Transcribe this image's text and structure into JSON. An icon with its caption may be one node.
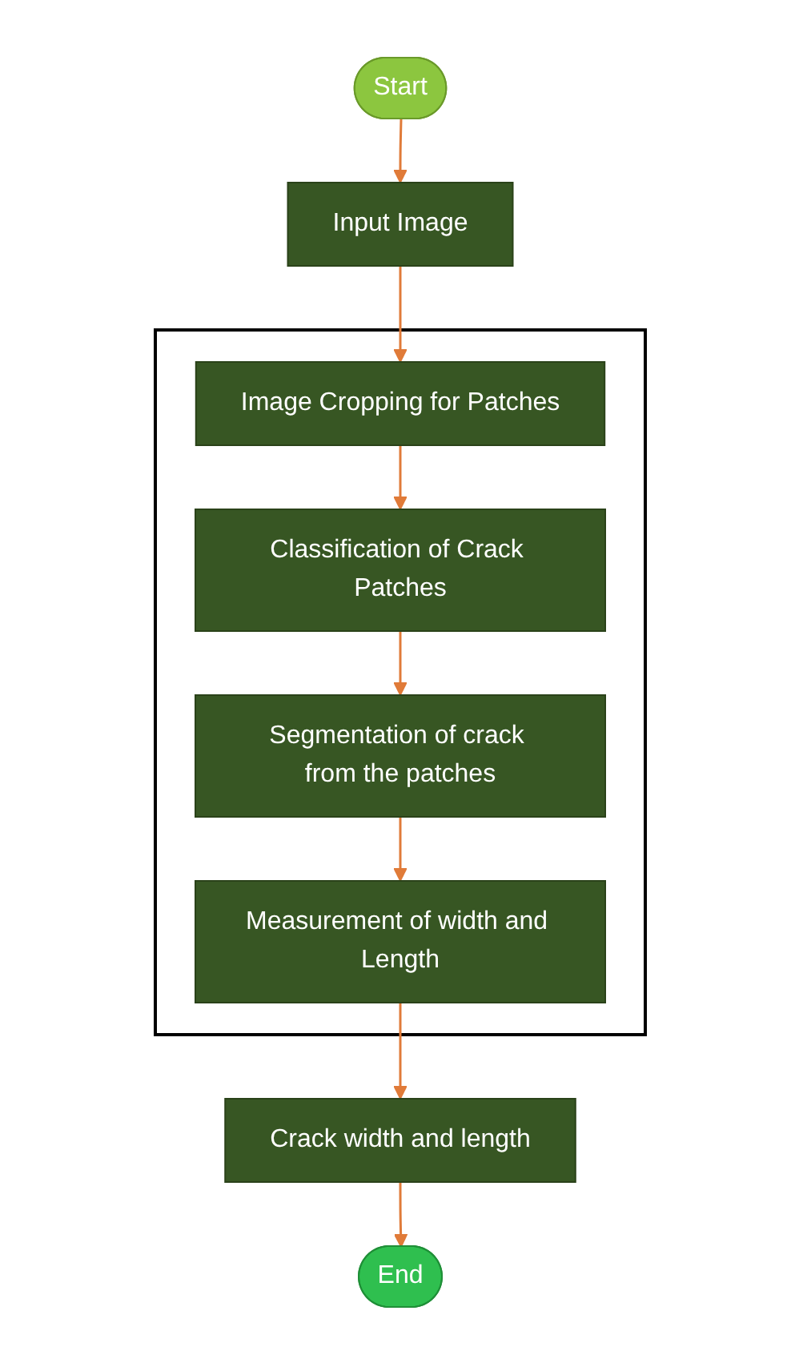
{
  "diagram": {
    "nodes": [
      {
        "text": [
          "Start"
        ]
      },
      {
        "text": [
          "Input Image"
        ]
      },
      {
        "text": [],
        "shape": "box"
      },
      {
        "text": [
          "Image Cropping for Patches"
        ],
        "in": 2
      },
      {
        "text": [
          "Classification of Crack Patches"
        ],
        "in": 2
      },
      {
        "text": [
          "Segmentation of crack from the patches"
        ],
        "in": 2
      },
      {
        "text": [
          "Measurement of width and Length"
        ],
        "in": 2
      },
      {
        "text": [
          "Crack width and length"
        ]
      },
      {
        "text": [
          "End"
        ]
      }
    ],
    "edges": [
      {
        "from": 0,
        "to": 1,
        "arrow": "to"
      },
      {
        "from": 1,
        "to": 3,
        "arrow": "to"
      },
      {
        "from": 3,
        "to": 4,
        "arrow": "to"
      },
      {
        "from": 4,
        "to": 5,
        "arrow": "to"
      },
      {
        "from": 5,
        "to": 6,
        "arrow": "to"
      },
      {
        "from": 6,
        "to": 7,
        "arrow": "to"
      },
      {
        "from": 7,
        "to": 8,
        "arrow": "to"
      }
    ]
  }
}
